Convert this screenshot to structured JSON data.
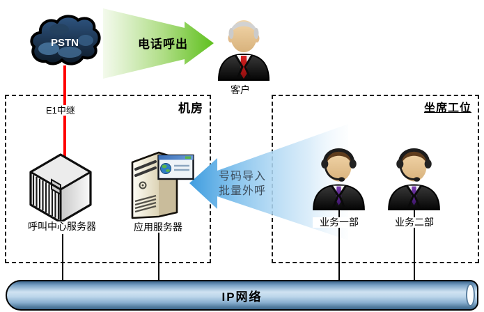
{
  "nodes": {
    "pstn": {
      "label": "PSTN",
      "icon": "cloud-icon",
      "color_dark": "#0d1a28",
      "color_light": "#4f80ac"
    },
    "customer": {
      "label": "客户",
      "icon": "businessman-icon"
    },
    "e1_trunk": {
      "label": "E1中继",
      "line_color": "#ff0000"
    },
    "machine_room": {
      "label": "机房",
      "call_center_server": {
        "label": "呼叫中心服务器",
        "icon": "server-cube-icon"
      },
      "app_server": {
        "label": "应用服务器",
        "icon": "tower-server-icon",
        "overlay_icon": "browser-window-icon"
      }
    },
    "agent_area": {
      "label": "坐席工位",
      "agent_1": {
        "label": "业务一部",
        "icon": "headset-agent-icon"
      },
      "agent_2": {
        "label": "业务二部",
        "icon": "headset-agent-icon"
      }
    },
    "ip_network": {
      "label": "IP网络",
      "fill_light": "#cfe3f2",
      "fill_dark": "#3d6890"
    }
  },
  "arrows": {
    "outbound_call": {
      "label": "电话呼出",
      "direction": "right",
      "color": "#5fc01e"
    },
    "batch_dial": {
      "label_line1": "号码导入",
      "label_line2": "批量外呼",
      "direction": "left",
      "color": "#3f9ddf"
    }
  }
}
